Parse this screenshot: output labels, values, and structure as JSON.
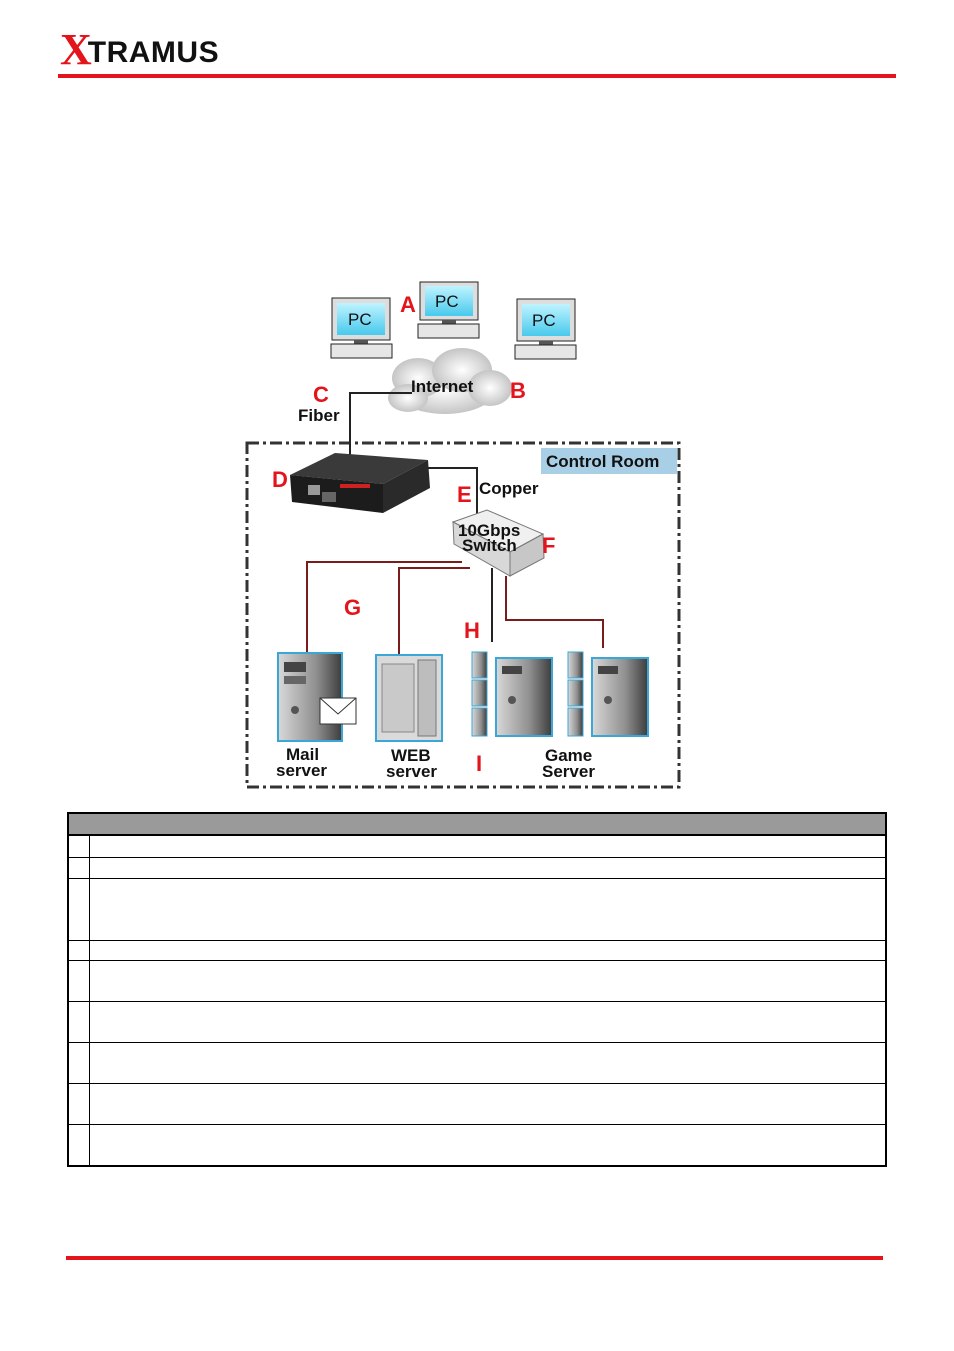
{
  "header": {
    "logo_text": "XTRAMUS",
    "logo_first": "X",
    "logo_rest": "TRAMUS"
  },
  "diagram": {
    "pc_label": "PC",
    "internet_label": "Internet",
    "fiber_label": "Fiber",
    "copper_label": "Copper",
    "switch_label_line1": "10Gbps",
    "switch_label_line2": "Switch",
    "control_room_label": "Control Room",
    "mail_server_line1": "Mail",
    "mail_server_line2": "server",
    "web_server_line1": "WEB",
    "web_server_line2": "server",
    "game_server_line1": "Game",
    "game_server_line2": "Server",
    "letters": {
      "a": "A",
      "b": "B",
      "c": "C",
      "d": "D",
      "e": "E",
      "f": "F",
      "g": "G",
      "h": "H",
      "i": "I"
    }
  },
  "table": {
    "rows": 9
  },
  "colors": {
    "brand_red": "#e3141b",
    "table_header": "#9a9a9a",
    "control_room_fill": "#a8cfe6",
    "cable": "#7a1c1c"
  }
}
